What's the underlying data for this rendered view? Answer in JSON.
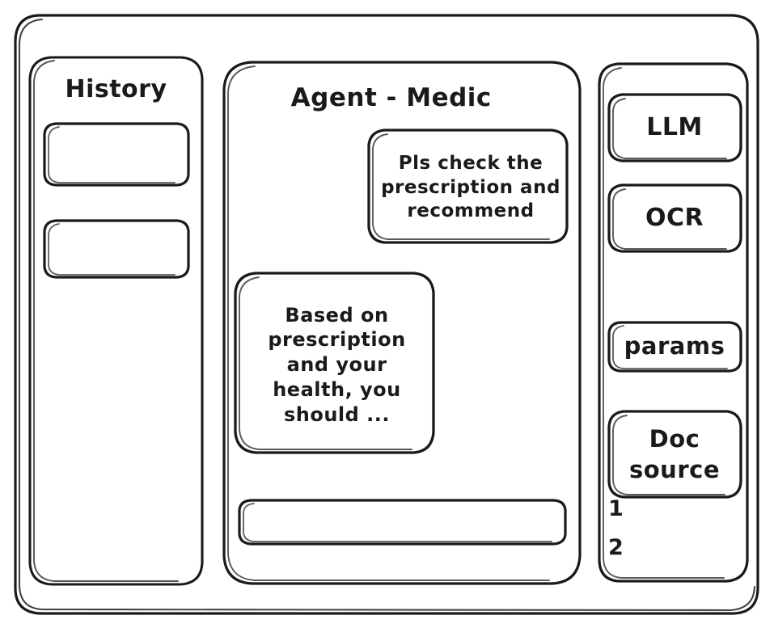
{
  "window": {
    "frame_label": "app-window"
  },
  "theme": {
    "stroke": "#1a1a1a",
    "background": "#ffffff",
    "style": "hand-drawn-wireframe"
  },
  "sidebar_left": {
    "title": "History",
    "items": [
      {
        "label": ""
      },
      {
        "label": ""
      }
    ]
  },
  "main": {
    "title": "Agent - Medic",
    "messages": [
      {
        "role": "user",
        "text": "Pls check the prescription and recommend",
        "align": "right"
      },
      {
        "role": "agent",
        "text": "Based on prescription and your health, you should ...",
        "align": "left"
      }
    ],
    "composer": {
      "value": "",
      "placeholder": ""
    }
  },
  "sidebar_right": {
    "tools": [
      {
        "label": "LLM"
      },
      {
        "label": "OCR"
      },
      {
        "label": "params"
      },
      {
        "label": "Doc source"
      }
    ],
    "doc_refs": [
      {
        "label": "1"
      },
      {
        "label": "2"
      }
    ]
  }
}
